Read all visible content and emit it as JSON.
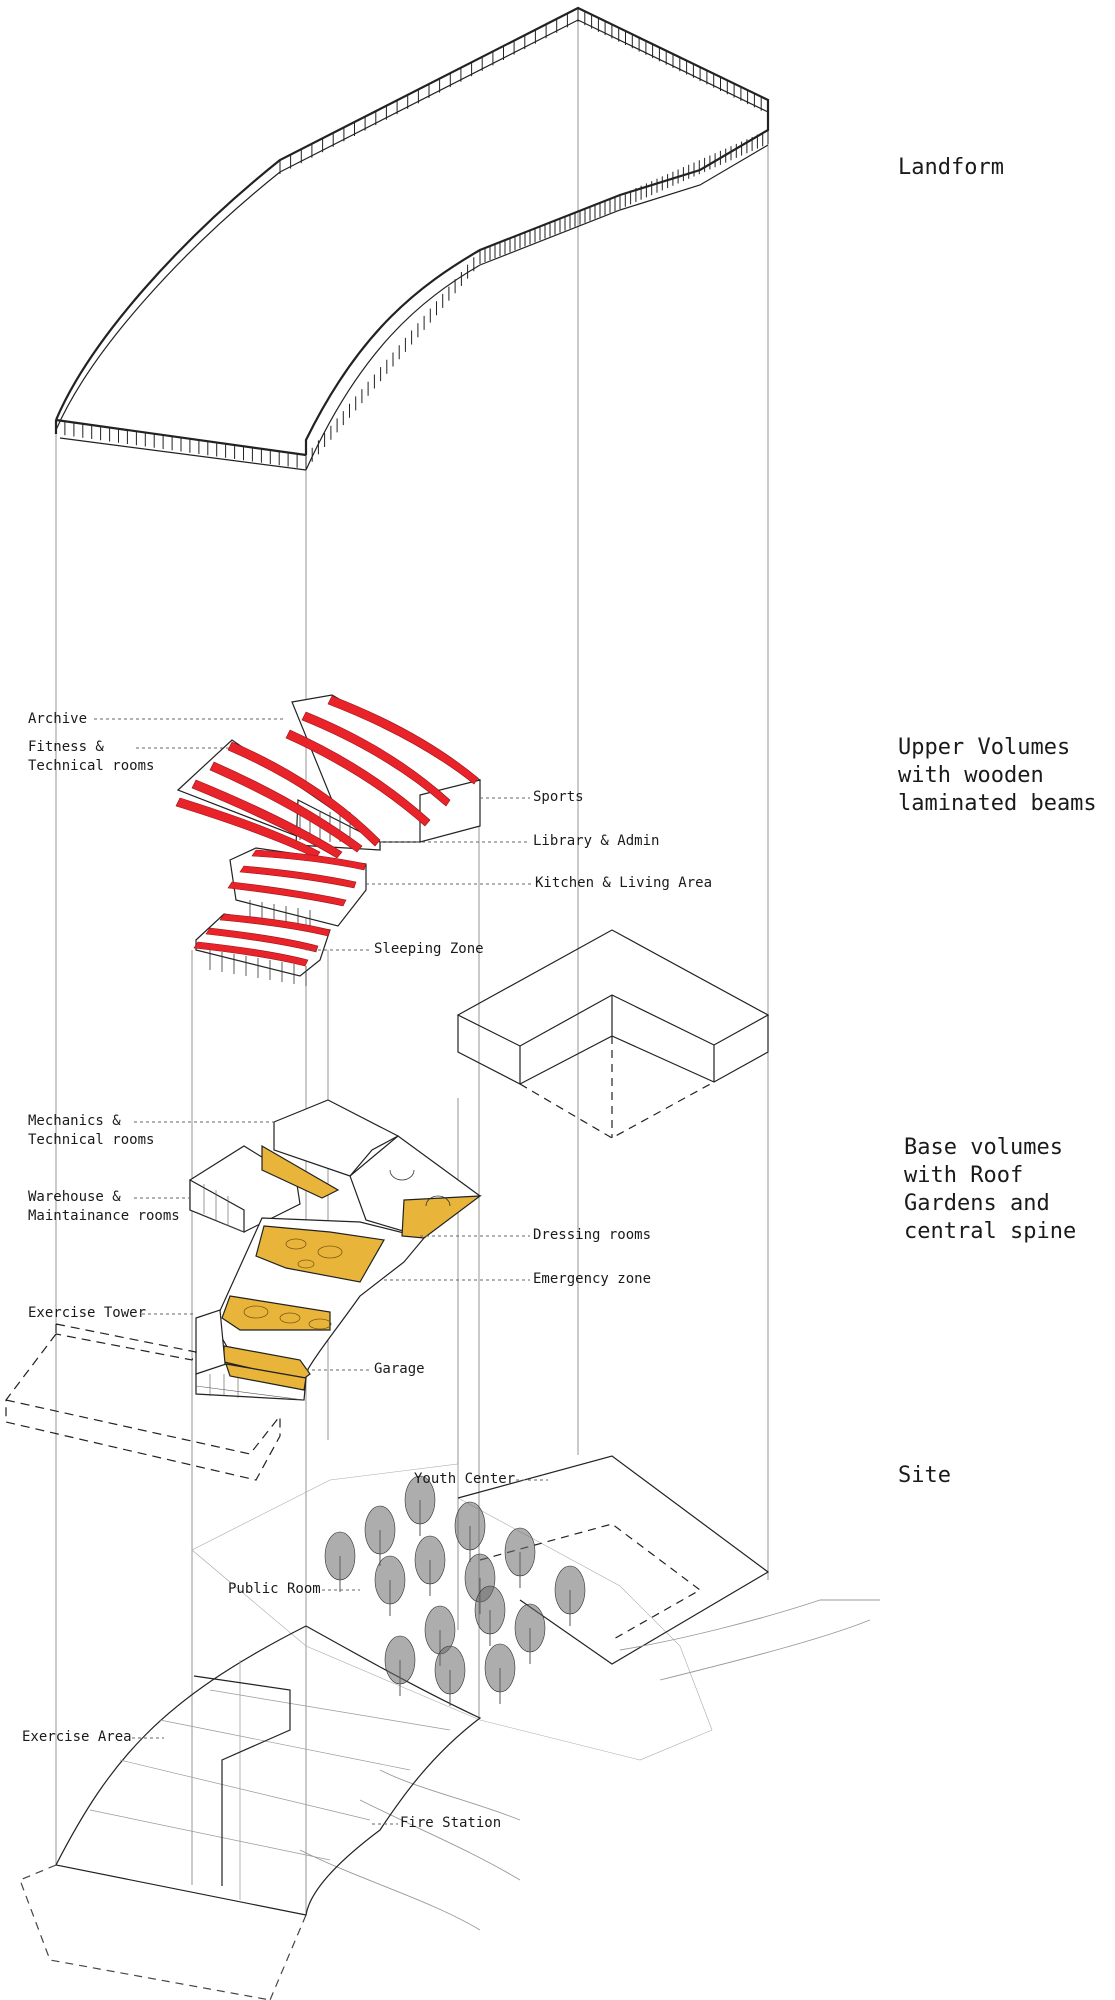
{
  "sections": {
    "landform": "Landform",
    "upper": "Upper Volumes\nwith wooden\nlaminated beams",
    "base": "Base volumes\nwith Roof\nGardens and\ncentral spine",
    "site": "Site"
  },
  "labels": {
    "archive": "Archive",
    "fitness": "Fitness &\nTechnical rooms",
    "sports": "Sports",
    "library": "Library & Admin",
    "kitchen": "Kitchen & Living Area",
    "sleeping": "Sleeping Zone",
    "mechanics": "Mechanics &\nTechnical rooms",
    "warehouse": "Warehouse &\nMaintainance rooms",
    "dressing": "Dressing rooms",
    "emergency": "Emergency zone",
    "exercise_tower": "Exercise Tower",
    "garage": "Garage",
    "youth_center": "Youth Center",
    "public_room": "Public Room",
    "exercise_area": "Exercise Area",
    "fire_station": "Fire Station"
  },
  "colors": {
    "line": "#222222",
    "guide": "#8a8a8a",
    "beam_red": "#e8242a",
    "garden_yellow": "#e8b53a",
    "tree_gray": "#6a6a6a"
  }
}
